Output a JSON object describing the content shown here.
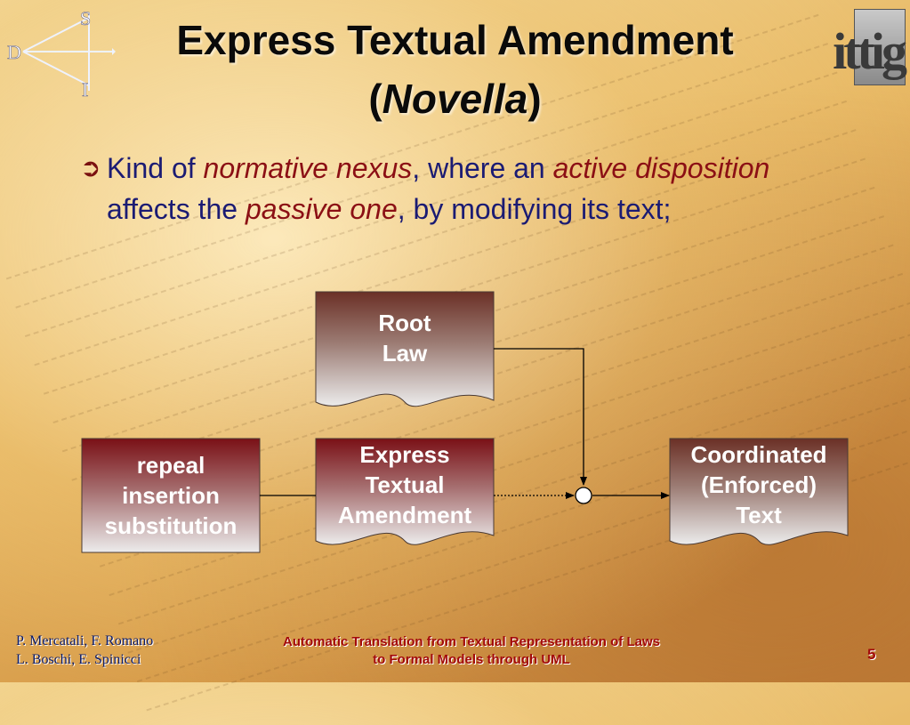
{
  "title": {
    "line1": "Express Textual Amendment",
    "line2_open": "(",
    "line2_italic": "Novella",
    "line2_close": ")"
  },
  "bullet": {
    "marker": "➲",
    "seg1": "Kind of ",
    "seg2": "normative nexus",
    "seg3": ", where an ",
    "seg4": "active disposition",
    "seg5": " affects the ",
    "seg6": "passive one",
    "seg7": ", by modifying its text;"
  },
  "diagram": {
    "root_law": [
      "Root",
      "Law"
    ],
    "modifier": [
      "repeal",
      "insertion",
      "substitution"
    ],
    "amendment": [
      "Express",
      "Textual",
      "Amendment"
    ],
    "coordinated": [
      "Coordinated",
      "(Enforced)",
      "Text"
    ]
  },
  "logos": {
    "sdi_letters": [
      "S",
      "D",
      "I"
    ],
    "ittig": "ittig"
  },
  "footer": {
    "authors_line1": "P. Mercatali, F. Romano",
    "authors_line2": "L. Boschi, E. Spinicci",
    "center_line1": "Automatic Translation from Textual Representation of Laws",
    "center_line2": "to Formal Models through UML",
    "page_number": "5"
  },
  "colors": {
    "title": "#0a0a0a",
    "bullet_text": "#1b1b73",
    "emphasis": "#8b0f14",
    "node_dark_red": "#7a1016",
    "node_brown": "#6b3026",
    "footer_red": "#a30a0a"
  }
}
